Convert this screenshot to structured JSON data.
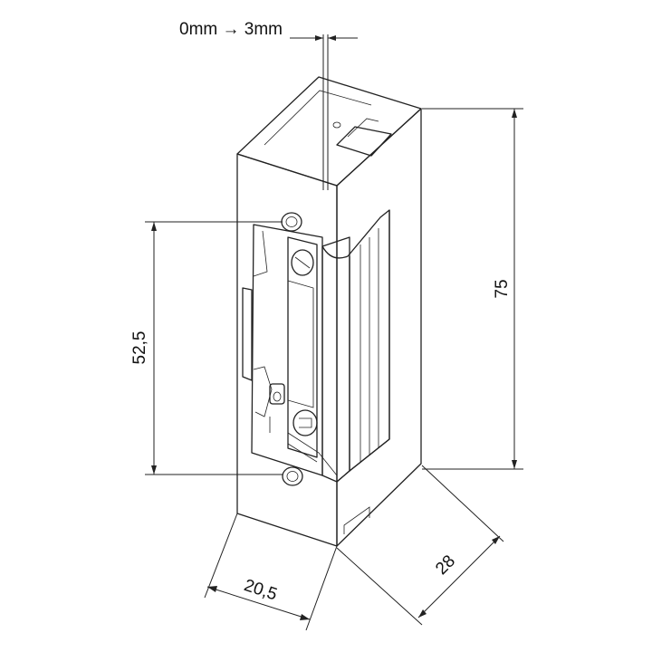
{
  "diagram": {
    "adjust_label": "0mm → 3mm",
    "height_label": "75",
    "hole_spacing_label": "52,5",
    "width_label": "20,5",
    "depth_label": "28"
  },
  "colors": {
    "line": "#222222",
    "face_light": "#ffffff",
    "face_shade": "#f0f0f0"
  }
}
